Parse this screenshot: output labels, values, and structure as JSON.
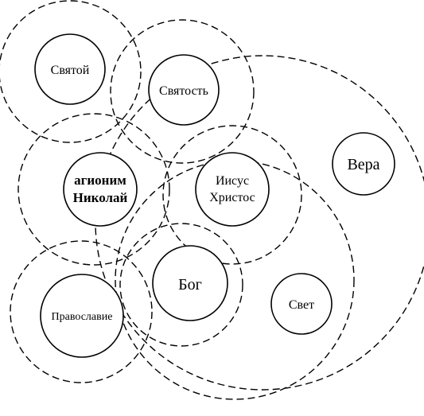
{
  "concepts": {
    "svyatoy": "Святой",
    "svyatost": "Святость",
    "agionim_line1": "агионим",
    "agionim_line2": "Николай",
    "iisus_line1": "Иисус",
    "iisus_line2": "Христос",
    "vera": "Вера",
    "bog": "Бог",
    "pravoslavie": "Православие",
    "svet": "Свет"
  }
}
